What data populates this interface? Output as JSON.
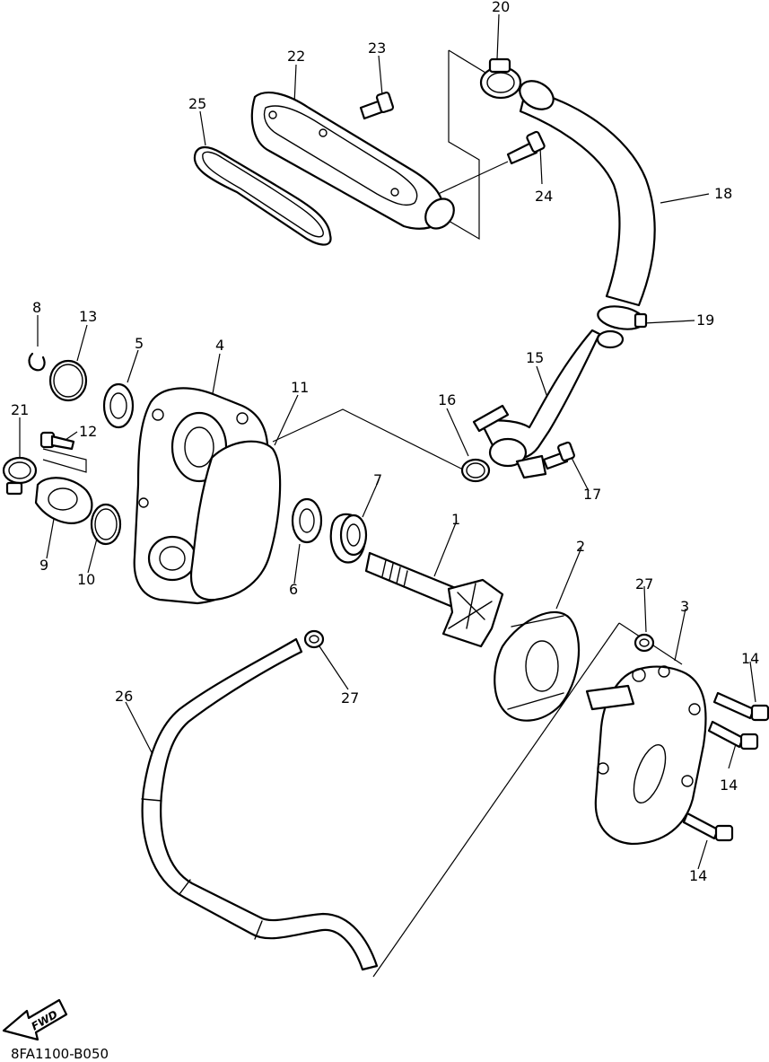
{
  "diagram": {
    "part_labels": [
      "20",
      "22",
      "23",
      "25",
      "24",
      "18",
      "19",
      "8",
      "13",
      "5",
      "4",
      "11",
      "16",
      "15",
      "21",
      "12",
      "17",
      "7",
      "1",
      "9",
      "10",
      "6",
      "2",
      "27",
      "3",
      "14",
      "14",
      "14",
      "26",
      "27"
    ],
    "fwd_marker": "FWD",
    "drawing_code": "8FA1100-B050"
  }
}
